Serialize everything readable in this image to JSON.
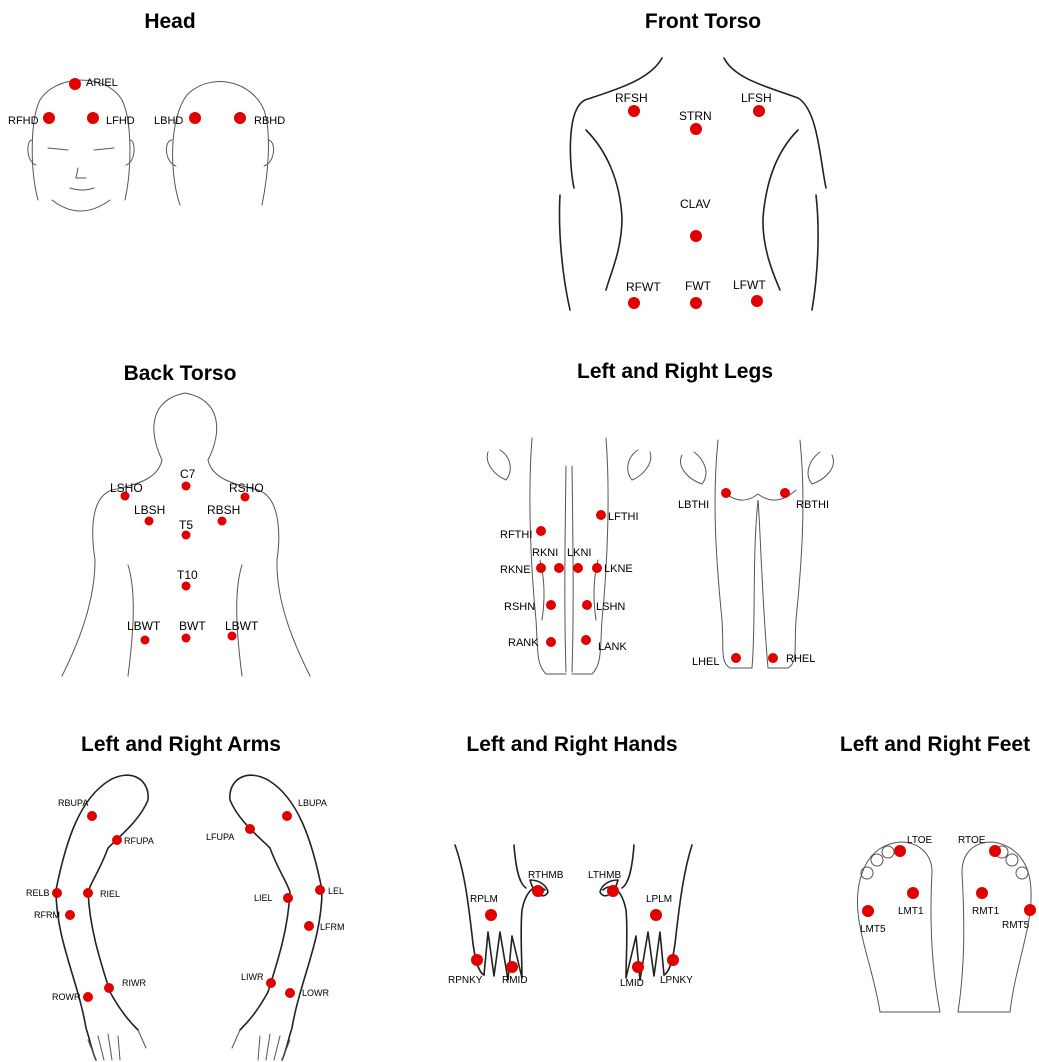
{
  "panels": {
    "head": "Head",
    "front_torso": "Front Torso",
    "back_torso": "Back Torso",
    "legs": "Left and Right Legs",
    "arms": "Left and Right Arms",
    "hands": "Left and Right Hands",
    "feet": "Left and Right Feet"
  },
  "marker_color": "#e00000",
  "markers": {
    "head": [
      "ARIEL",
      "RFHD",
      "LFHD",
      "LBHD",
      "RBHD"
    ],
    "front_torso": [
      "RFSH",
      "STRN",
      "LFSH",
      "CLAV",
      "RFWT",
      "FWT",
      "LFWT"
    ],
    "back_torso": [
      "C7",
      "LSHO",
      "RSHO",
      "LBSH",
      "RBSH",
      "T5",
      "T10",
      "LBWT",
      "BWT",
      "LBWT"
    ],
    "legs": [
      "RFTHI",
      "LFTHI",
      "RKNI",
      "LKNI",
      "RKNE",
      "LKNE",
      "RSHN",
      "LSHN",
      "RANK",
      "LANK",
      "LBTHI",
      "RBTHI",
      "LHEL",
      "RHEL"
    ],
    "arms": [
      "RBUPA",
      "RFUPA",
      "RELB",
      "RIEL",
      "RFRM",
      "RIWR",
      "ROWR",
      "LBUPA",
      "LFUPA",
      "LIEL",
      "LEL",
      "LFRM",
      "LIWR",
      "LOWR"
    ],
    "hands": [
      "RTHMB",
      "RPLM",
      "RPNKY",
      "RMID",
      "LTHMB",
      "LPLM",
      "LMID",
      "LPNKY"
    ],
    "feet": [
      "LTOE",
      "RTOE",
      "LMT1",
      "RMT1",
      "LMT5",
      "RMT5"
    ]
  }
}
